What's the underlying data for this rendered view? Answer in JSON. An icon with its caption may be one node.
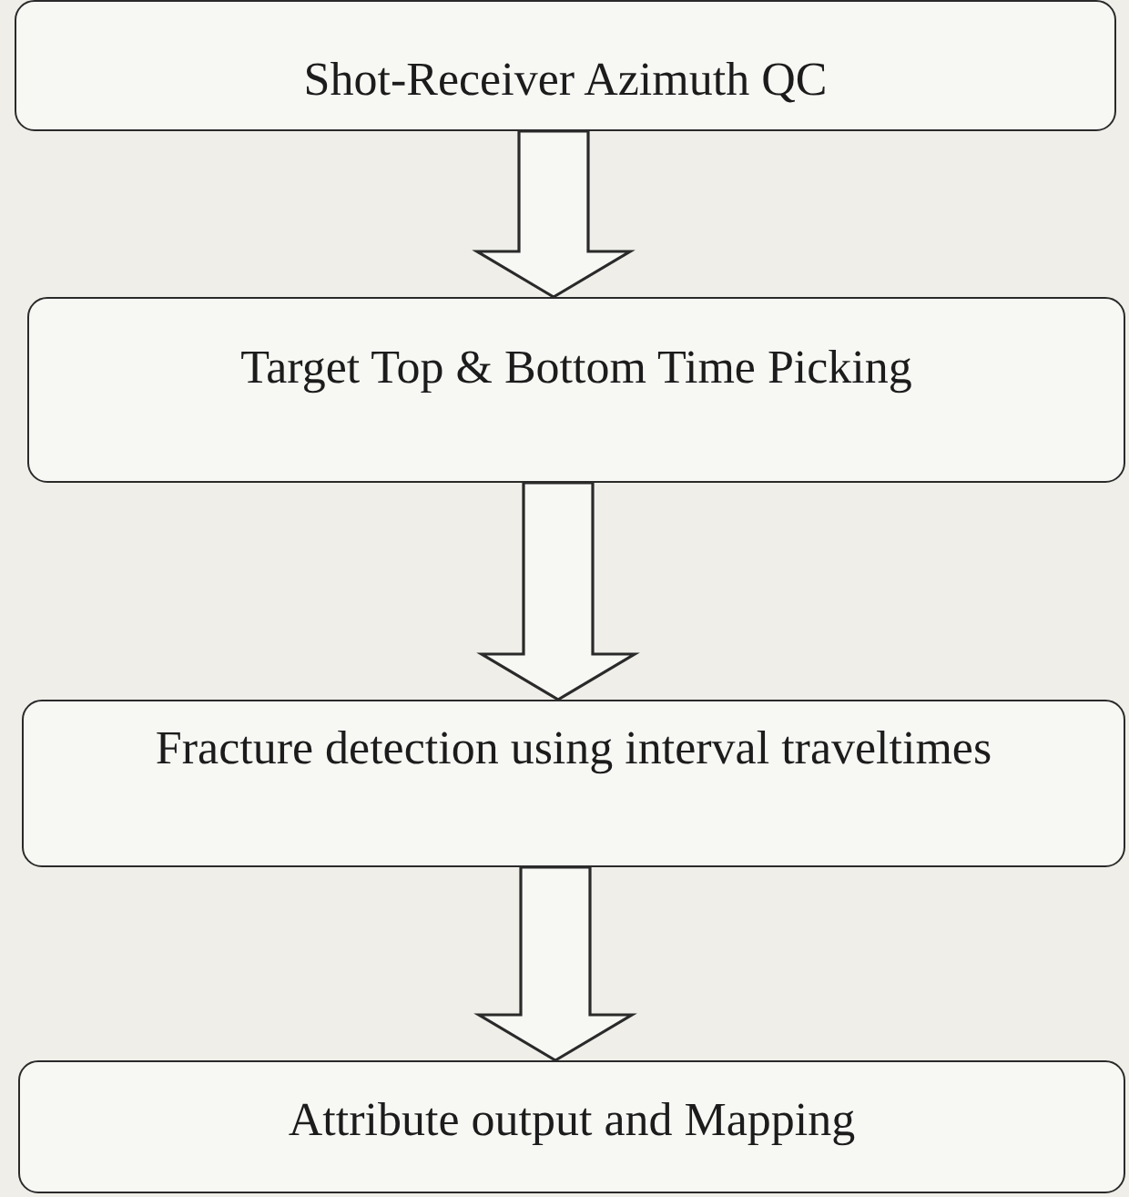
{
  "diagram": {
    "nodes": [
      {
        "text": [
          "Shot-Receiver Azimuth QC"
        ]
      },
      {
        "text": [
          "Target Top & Bottom Time Picking"
        ]
      },
      {
        "text": [
          "Fracture detection using interval traveltimes"
        ]
      },
      {
        "text": [
          "Attribute output and Mapping"
        ]
      }
    ],
    "edges": [
      {
        "from": 0,
        "to": 1,
        "arrow": "to"
      },
      {
        "from": 1,
        "to": 2,
        "arrow": "to"
      },
      {
        "from": 2,
        "to": 3,
        "arrow": "to"
      }
    ]
  }
}
